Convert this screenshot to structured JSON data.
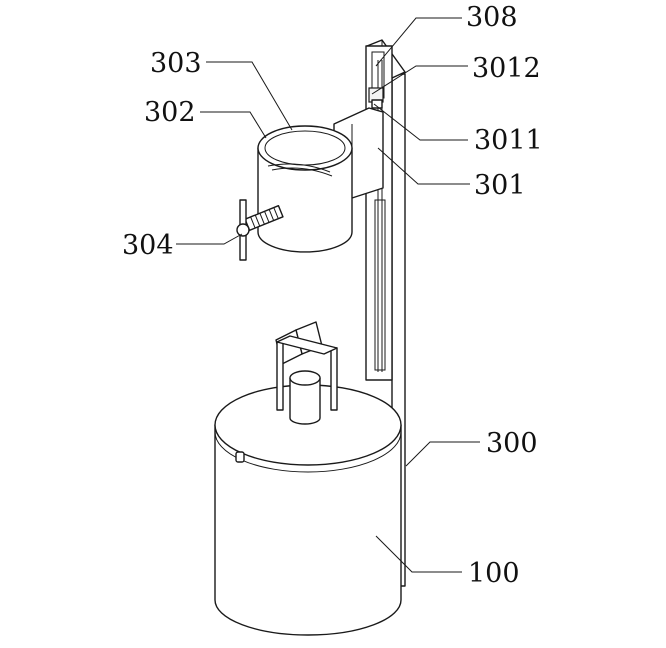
{
  "labels": {
    "l308": "308",
    "l3012": "3012",
    "l3011": "3011",
    "l301": "301",
    "l303": "303",
    "l302": "302",
    "l304": "304",
    "l300": "300",
    "l100": "100"
  }
}
